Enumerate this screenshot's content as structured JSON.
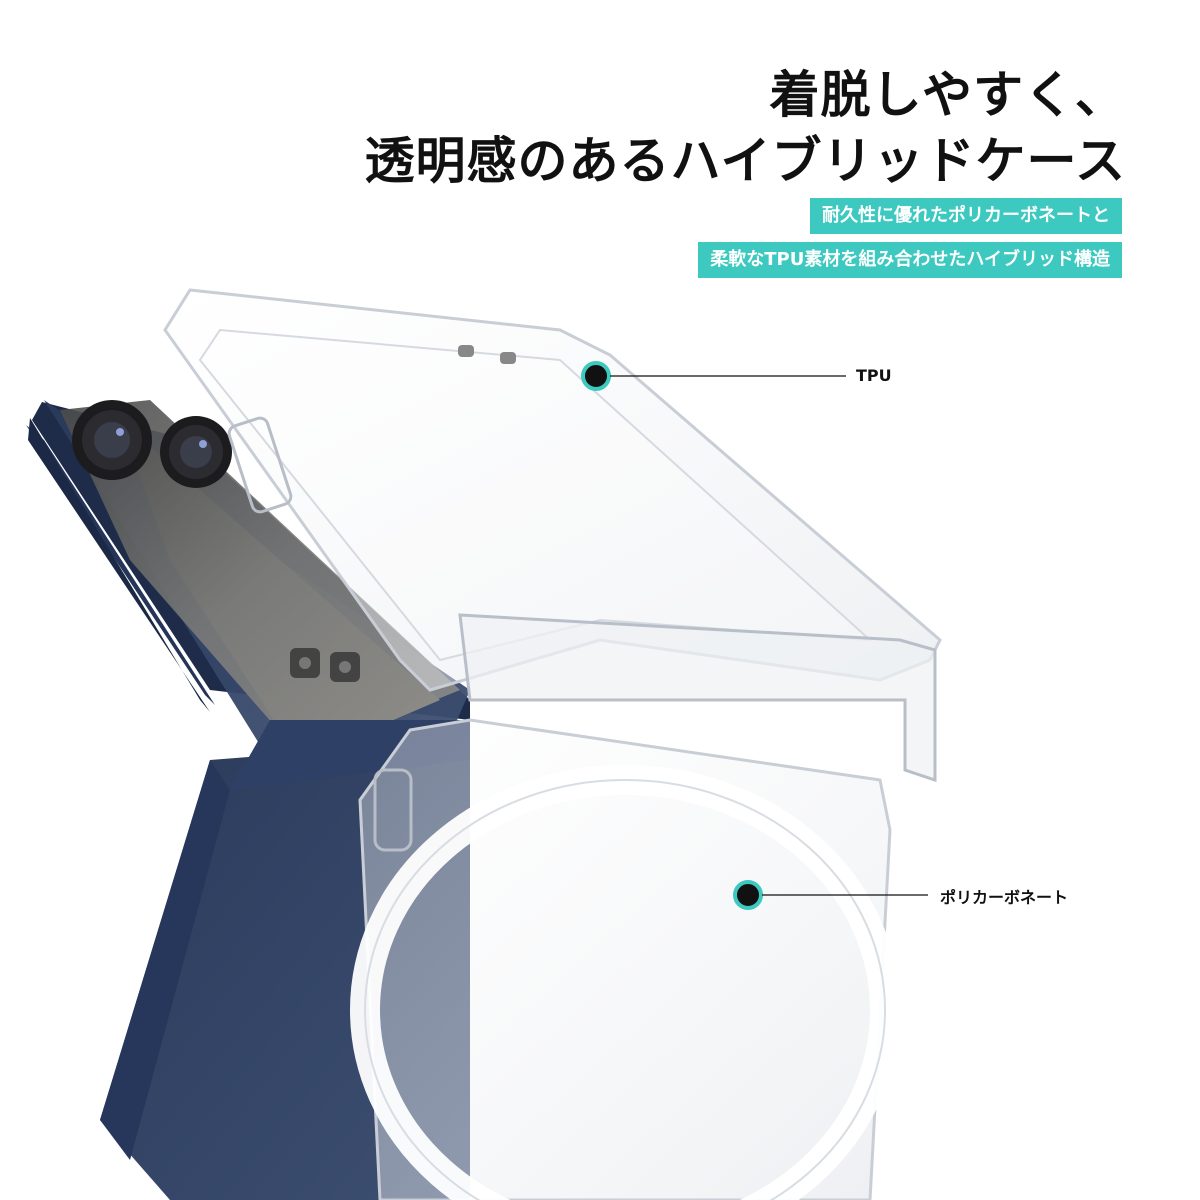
{
  "headline": {
    "line1": "着脱しやすく、",
    "line2": "透明感のあるハイブリッドケース"
  },
  "tags": {
    "line1": "耐久性に優れたポリカーボネートと",
    "line2": "柔軟なTPU素材を組み合わせたハイブリッド構造"
  },
  "callouts": {
    "tpu": "TPU",
    "polycarbonate": "ポリカーボネート"
  },
  "colors": {
    "accent": "#3dc9c0",
    "phone_body": "#2e3e5e",
    "text": "#111111"
  },
  "icons": {
    "callout_marker": "teal-ring-dot-icon"
  }
}
